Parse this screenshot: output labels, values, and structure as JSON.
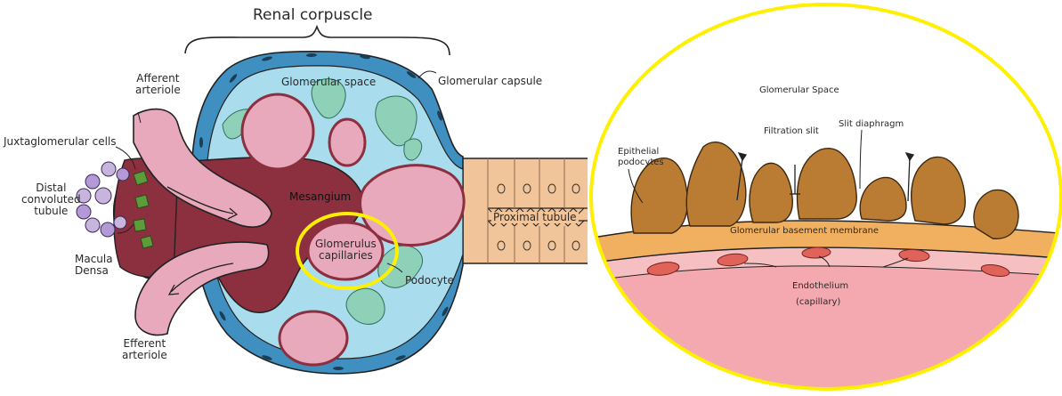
{
  "left_diagram": {
    "title": "Renal corpuscle",
    "labels": {
      "afferent_arteriole": "Afferent\narteriole",
      "glomerular_space": "Glomerular space",
      "glomerular_capsule": "Glomerular capsule",
      "juxtaglomerular_cells": "Juxtaglomerular cells",
      "distal_convoluted_tubule": "Distal\nconvoluted\ntubule",
      "mesangium": "Mesangium",
      "proximal_tubule": "Proximal tubule",
      "glomerulus_capillaries": "Glomerulus\ncapillaries",
      "macula_densa": "Macula\nDensa",
      "podocyte": "Podocyte",
      "efferent_arteriole": "Efferent\narteriole"
    }
  },
  "right_diagram": {
    "labels": {
      "glomerular_space": "Glomerular Space",
      "filtration_slit": "Filtration slit",
      "slit_diaphragm": "Slit diaphragm",
      "epithelial_podocytes": "Epithelial\npodocytes",
      "glomerular_basement_membrane": "Glomerular basement membrane",
      "endothelium": "Endothelium",
      "capillary": "(capillary)"
    }
  },
  "colors": {
    "capsule_blue": "#3f8fc0",
    "space_blue": "#a9dcec",
    "mesangium": "#8c2f3e",
    "capillary_pink": "#e9a9bd",
    "podocyte_green": "#8fd0b8",
    "tubule_tan": "#f2c49a",
    "highlight_yellow": "#ffef00",
    "podocyte_brown": "#b97c32",
    "membrane_orange": "#f0b060",
    "endothelium_red": "#e0635a",
    "capillary_lumen": "#f4a9b0"
  }
}
